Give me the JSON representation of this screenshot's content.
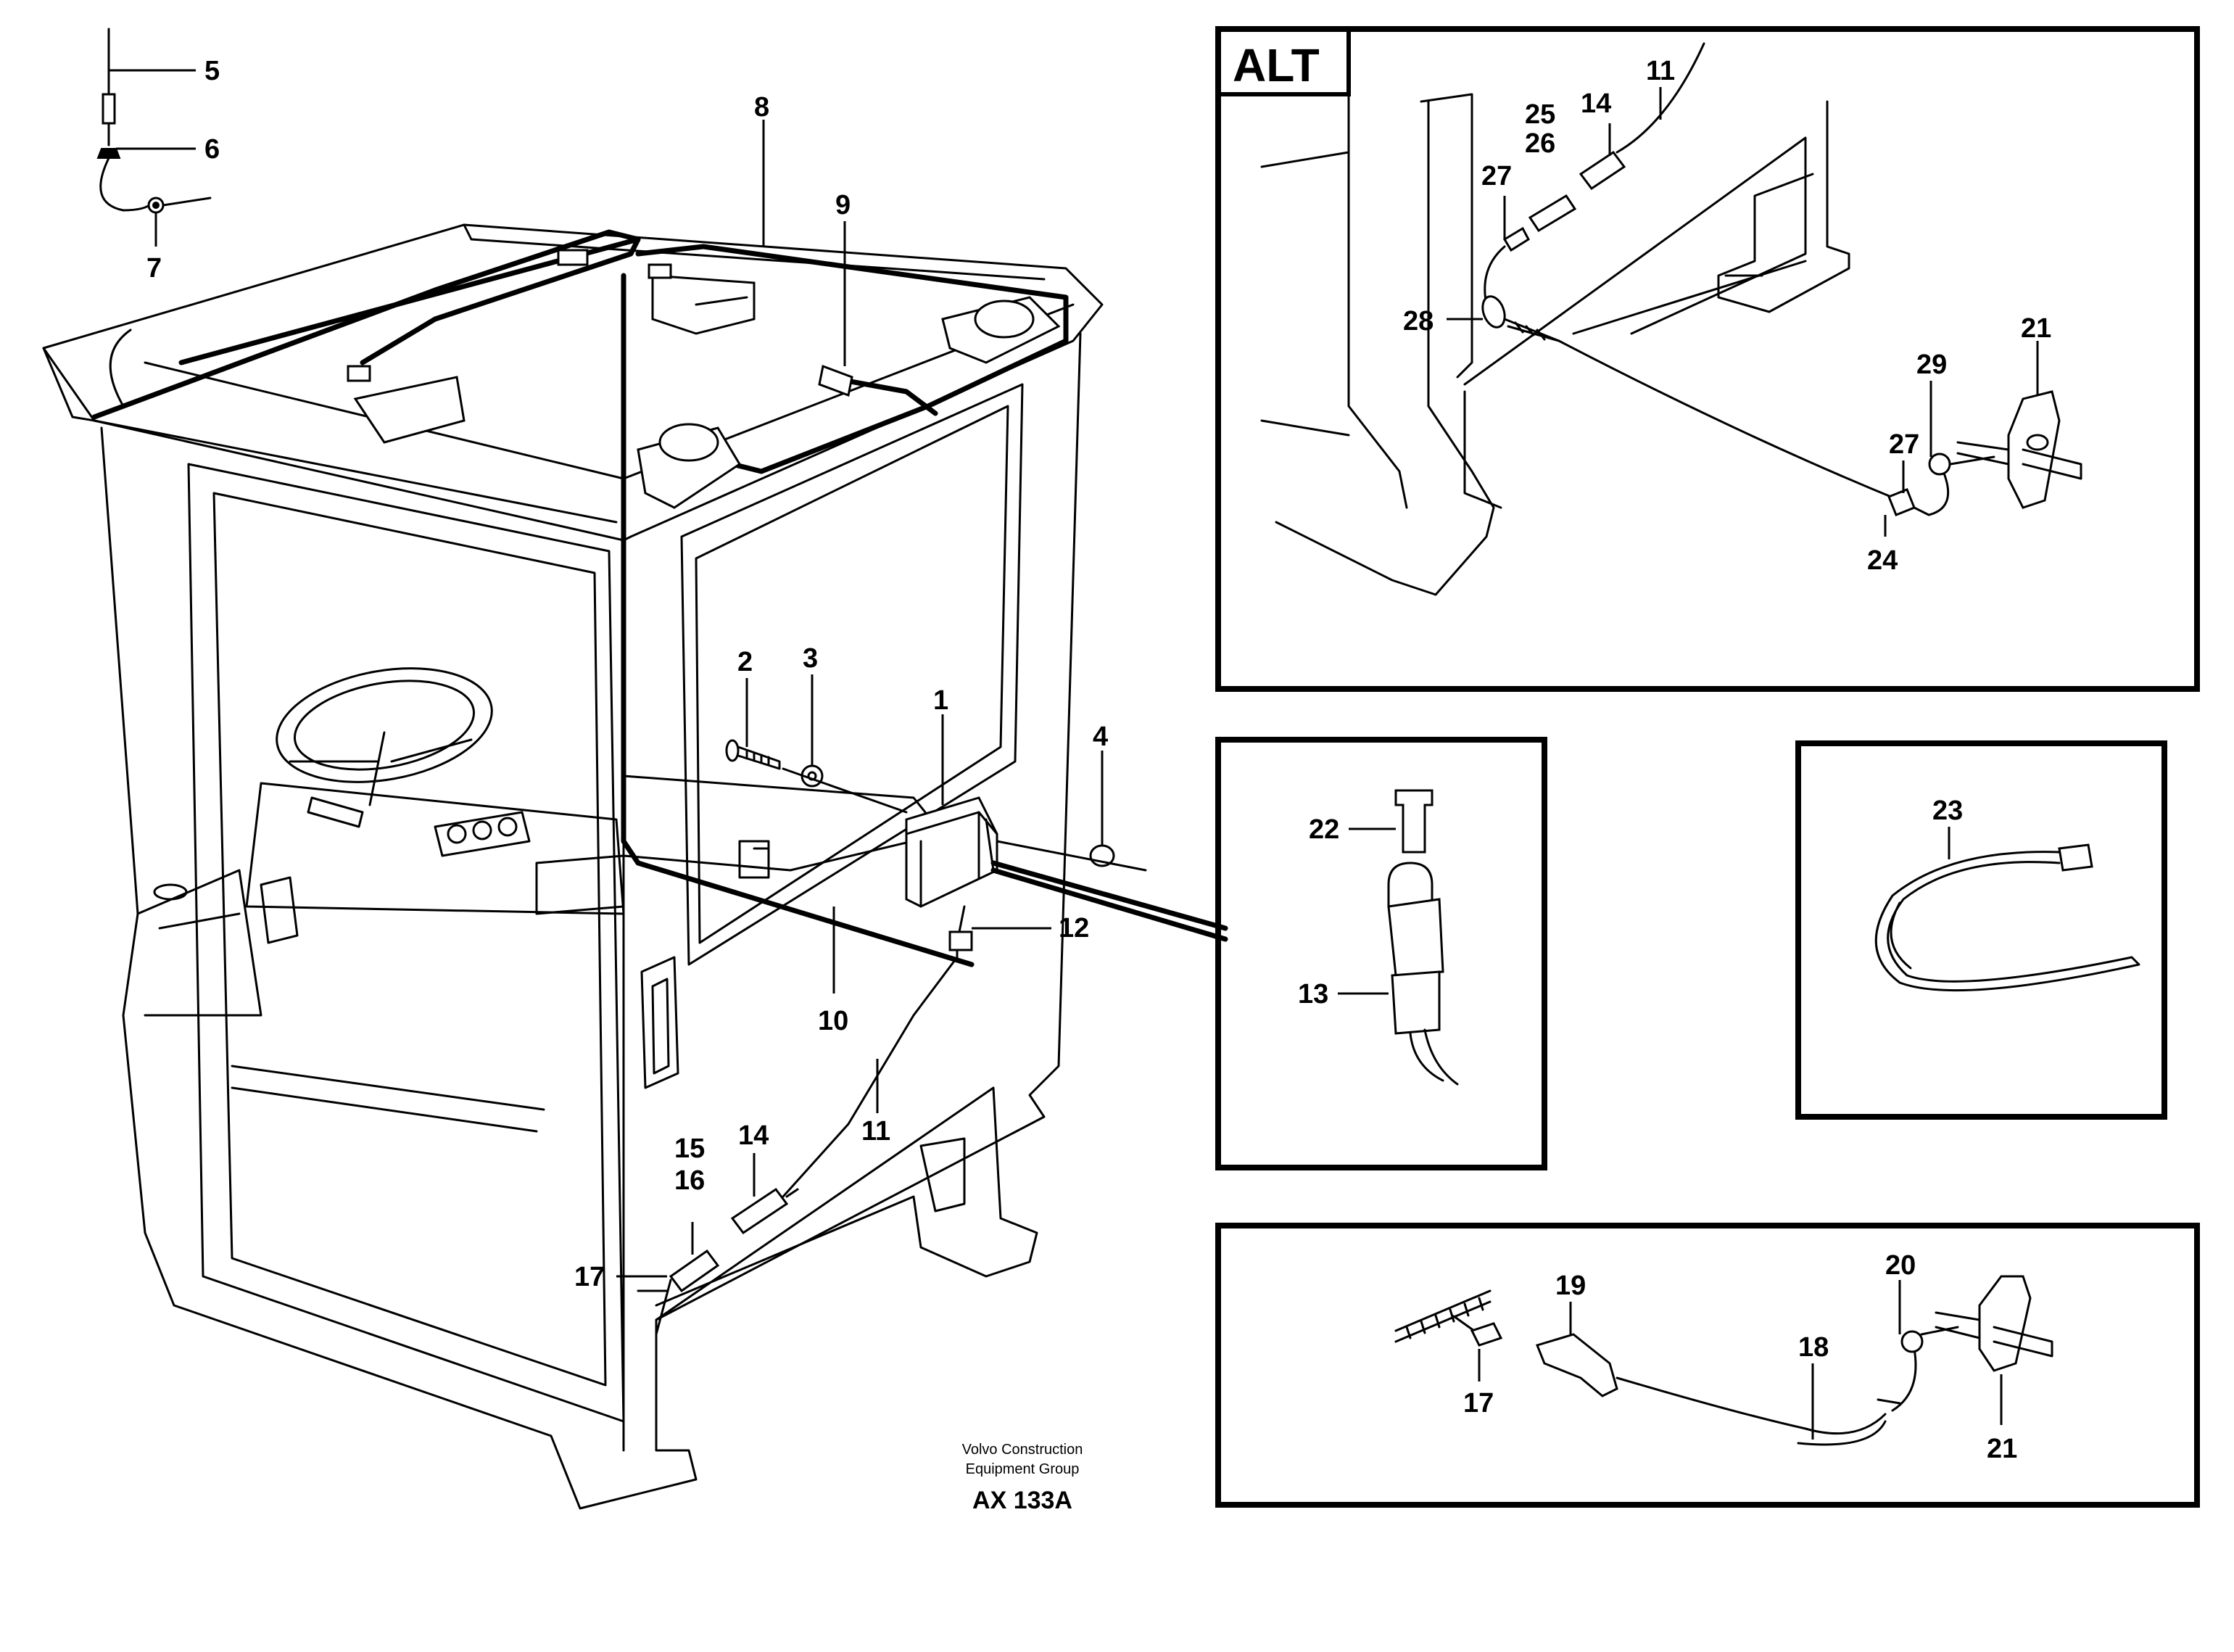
{
  "alt_label": "ALT",
  "caption": {
    "line1": "Volvo Construction",
    "line2": "Equipment Group",
    "code": "AX 133A"
  },
  "callouts": {
    "c1": "1",
    "c2": "2",
    "c3": "3",
    "c4": "4",
    "c5": "5",
    "c6": "6",
    "c7": "7",
    "c8": "8",
    "c9": "9",
    "c10": "10",
    "c11": "11",
    "c12": "12",
    "c13": "13",
    "c14": "14",
    "c15": "15",
    "c16": "16",
    "c17": "17",
    "alt_c11": "11",
    "alt_c14": "14",
    "alt_c25": "25",
    "alt_c26": "26",
    "alt_c27a": "27",
    "alt_c28": "28",
    "alt_c29": "29",
    "alt_c21": "21",
    "alt_c27b": "27",
    "alt_c24": "24",
    "c22": "22",
    "c23": "23",
    "b_c19": "19",
    "b_c20": "20",
    "b_c17": "17",
    "b_c18": "18",
    "b_c21": "21"
  }
}
